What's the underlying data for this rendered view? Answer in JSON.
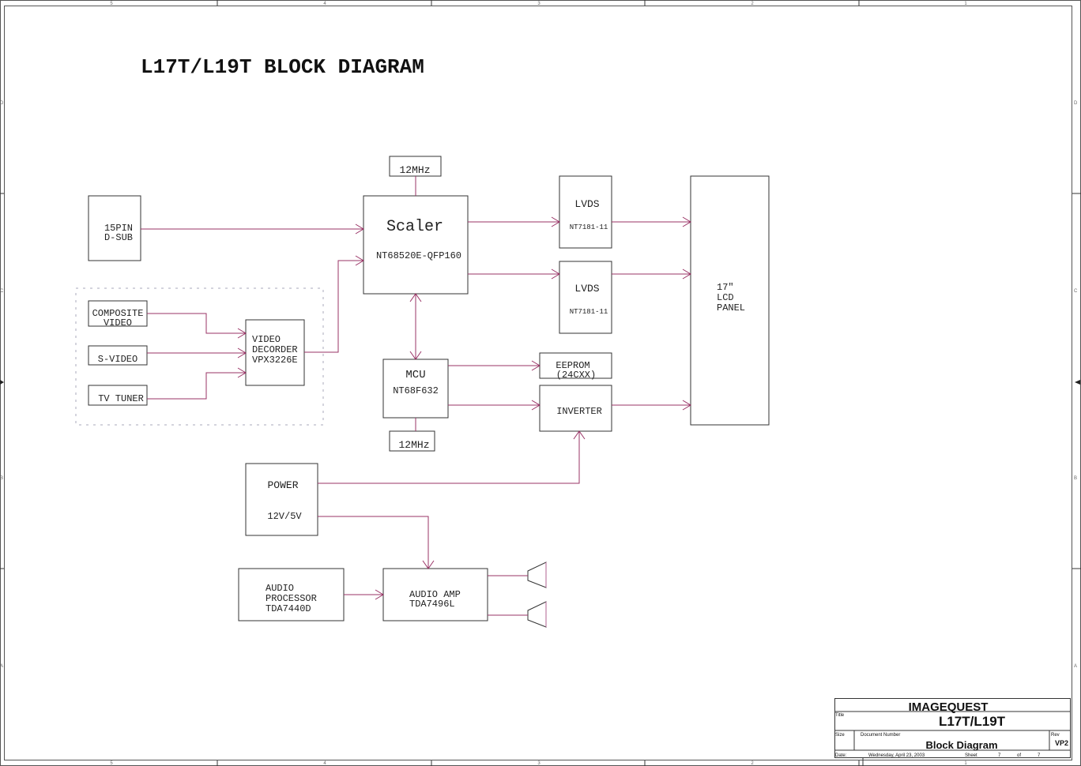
{
  "title": "L17T/L19T BLOCK DIAGRAM",
  "frame": {
    "columns": [
      "5",
      "4",
      "3",
      "2",
      "1"
    ],
    "rows": [
      "D",
      "C",
      "B",
      "A"
    ]
  },
  "blocks": {
    "dsub": [
      "15PIN",
      "D-SUB"
    ],
    "composite": [
      "COMPOSITE",
      "VIDEO"
    ],
    "svideo": [
      "S-VIDEO"
    ],
    "tvtuner": [
      "TV TUNER"
    ],
    "decoder": [
      "VIDEO",
      "DECORDER",
      "VPX3226E"
    ],
    "clock_top": "12MHz",
    "scaler_name": "Scaler",
    "scaler_part": "NT68520E-QFP160",
    "lvds1_name": "LVDS",
    "lvds1_part": "NT7181-11",
    "lvds2_name": "LVDS",
    "lvds2_part": "NT7181-11",
    "panel": [
      "17\"",
      "LCD",
      "PANEL"
    ],
    "mcu_name": "MCU",
    "mcu_part": "NT68F632",
    "clock_bottom": "12MHz",
    "eeprom": [
      "EEPROM",
      "(24CXX)"
    ],
    "inverter": "INVERTER",
    "power_name": "POWER",
    "power_volt": "12V/5V",
    "audio_proc": [
      "AUDIO",
      "PROCESSOR",
      "TDA7440D"
    ],
    "audio_amp": [
      "AUDIO AMP",
      "TDA7496L"
    ]
  },
  "titleblock": {
    "company": "IMAGEQUEST",
    "title_label": "Title",
    "title": "L17T/L19T",
    "size_label": "Size",
    "docnum_label": "Document Number",
    "docnum": "Block Diagram",
    "rev_label": "Rev",
    "rev": "VP2",
    "date_label": "Date:",
    "date": "Wednesday, April 23, 2003",
    "sheet_label": "Sheet",
    "sheet": "7",
    "of_label": "of",
    "sheet_total": "7"
  }
}
